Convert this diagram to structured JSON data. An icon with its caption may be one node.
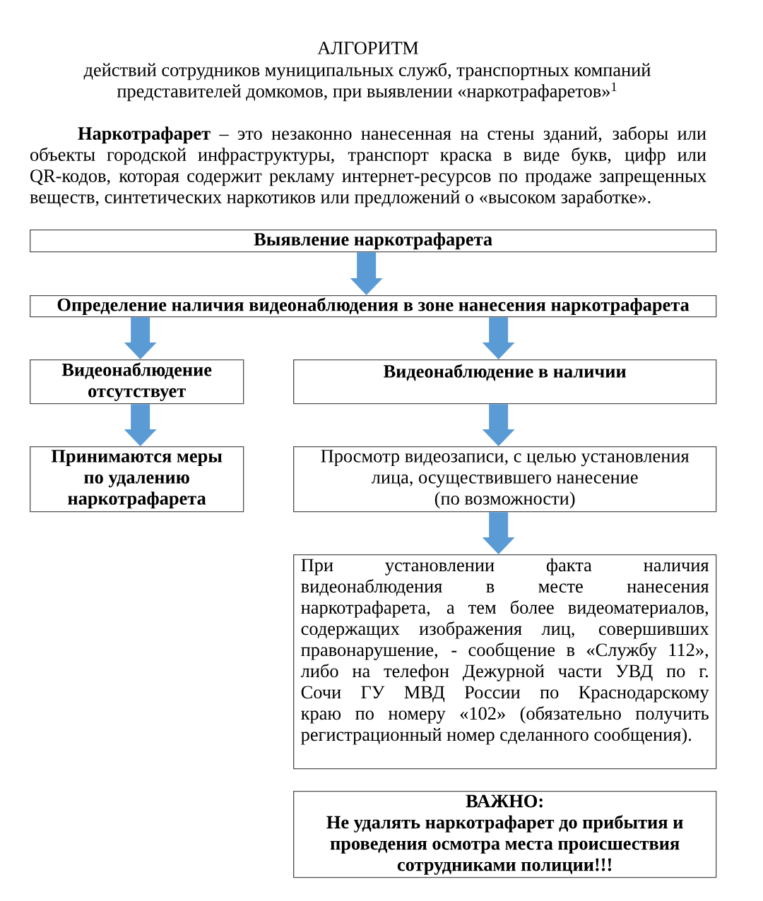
{
  "diagram": {
    "title": "АЛГОРИТМ",
    "nodes": [
      {
        "text": [
          "Выявление наркотрафарета"
        ]
      },
      {
        "text": [
          "Определение наличия видеонаблюдения в зоне нанесения наркотрафарета"
        ]
      },
      {
        "text": [
          "Видеонаблюдение отсутствует"
        ]
      },
      {
        "text": [
          "Видеонаблюдение в наличии"
        ]
      },
      {
        "text": [
          "Принимаются меры по удалению наркотрафарета"
        ]
      },
      {
        "text": [
          "Просмотр видеозаписи, с целью установления лица, осуществившего нанесение",
          "(по возможности)"
        ]
      },
      {
        "text": [
          "При установлении факта наличия видеонаблюдения в месте нанесения наркотрафарета, а тем более видеоматериалов, содержащих изображения лиц, совершивших правонарушение, - сообщение в «Службу 112», либо на телефон Дежурной части УВД по г. Сочи ГУ МВД России по Краснодарскому краю по номеру «102» (обязательно получить регистрационный номер сделанного сообщения)."
        ]
      },
      {
        "text": [
          "ВАЖНО:",
          "Не удалять наркотрафарет до прибытия и проведения осмотра места происшествия сотрудниками полиции!!!"
        ]
      }
    ],
    "edges": [
      {
        "from": 0,
        "to": 1,
        "arrow": "to"
      },
      {
        "from": 1,
        "to": 2,
        "arrow": "to"
      },
      {
        "from": 1,
        "to": 3,
        "arrow": "to"
      },
      {
        "from": 2,
        "to": 4,
        "arrow": "to"
      },
      {
        "from": 3,
        "to": 5,
        "arrow": "to"
      },
      {
        "from": 5,
        "to": 6,
        "arrow": "to"
      }
    ],
    "labels": [
      "действий сотрудников муниципальных служб, транспортных компаний представителей домкомов, при выявлении «наркотрафаретов»$^{1}$",
      "**Наркотрафарет** – это незаконно нанесенная на стены зданий, заборы или объекты городской инфраструктуры, транспорт краска в виде букв, цифр или QR-кодов, которая содержит рекламу интернет-ресурсов по продаже запрещенных веществ, синтетических наркотиков или предложений о «высоком заработке»."
    ]
  }
}
